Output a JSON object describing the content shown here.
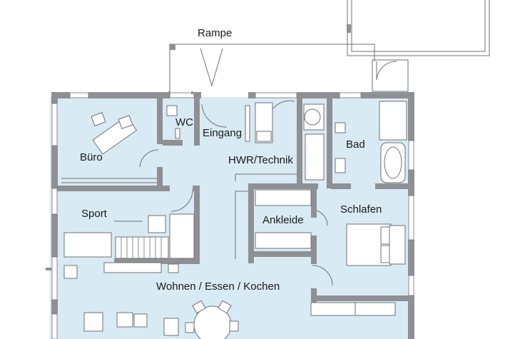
{
  "labels": {
    "rampe": "Rampe",
    "wc": "WC",
    "eingang": "Eingang",
    "buero": "Büro",
    "bad": "Bad",
    "hwr_technik": "HWR/Technik",
    "sport": "Sport",
    "schlafen": "Schlafen",
    "ankleide": "Ankleide",
    "wohnen": "Wohnen / Essen / Kochen"
  },
  "colors": {
    "room_fill": "#d8eaf4",
    "wall": "#8e9094",
    "line": "#6f7175",
    "furniture_fill": "#ffffff"
  }
}
